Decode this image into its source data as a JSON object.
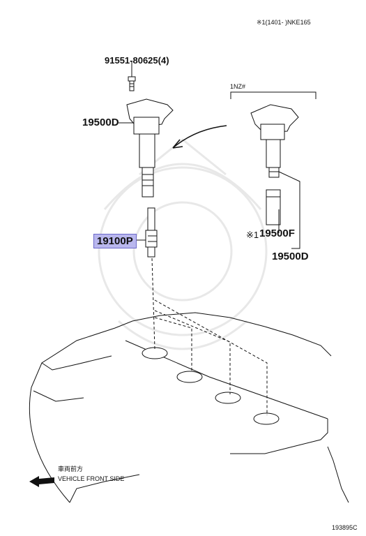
{
  "header": {
    "note": "※1(1401-   )NKE165"
  },
  "labels": {
    "bolt": "91551-80625(4)",
    "coil_main": "19500D",
    "spark_plug": "19100P",
    "variant": "1NZ#",
    "variant_mark": "※1",
    "boot": "19500F",
    "coil_variant": "19500D"
  },
  "direction": {
    "jp": "車両前方",
    "en": "VEHICLE FRONT SIDE"
  },
  "footer": {
    "diagram_id": "193895C"
  },
  "colors": {
    "highlight": "#b9b7ee",
    "line": "#111111",
    "watermark": "#e6e6e6"
  }
}
